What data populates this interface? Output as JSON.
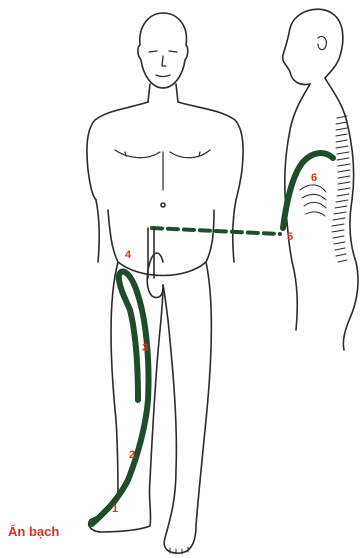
{
  "colors": {
    "outline": "#2b2b2b",
    "meridian": "#1f4d2c",
    "label": "#e0301e",
    "background": "#ffffff"
  },
  "start_point_label": "Ẩn bạch",
  "points": [
    {
      "id": "1",
      "label": "1"
    },
    {
      "id": "2",
      "label": "2"
    },
    {
      "id": "3",
      "label": "3"
    },
    {
      "id": "4",
      "label": "4"
    },
    {
      "id": "5",
      "label": "5"
    },
    {
      "id": "6",
      "label": "6"
    }
  ]
}
